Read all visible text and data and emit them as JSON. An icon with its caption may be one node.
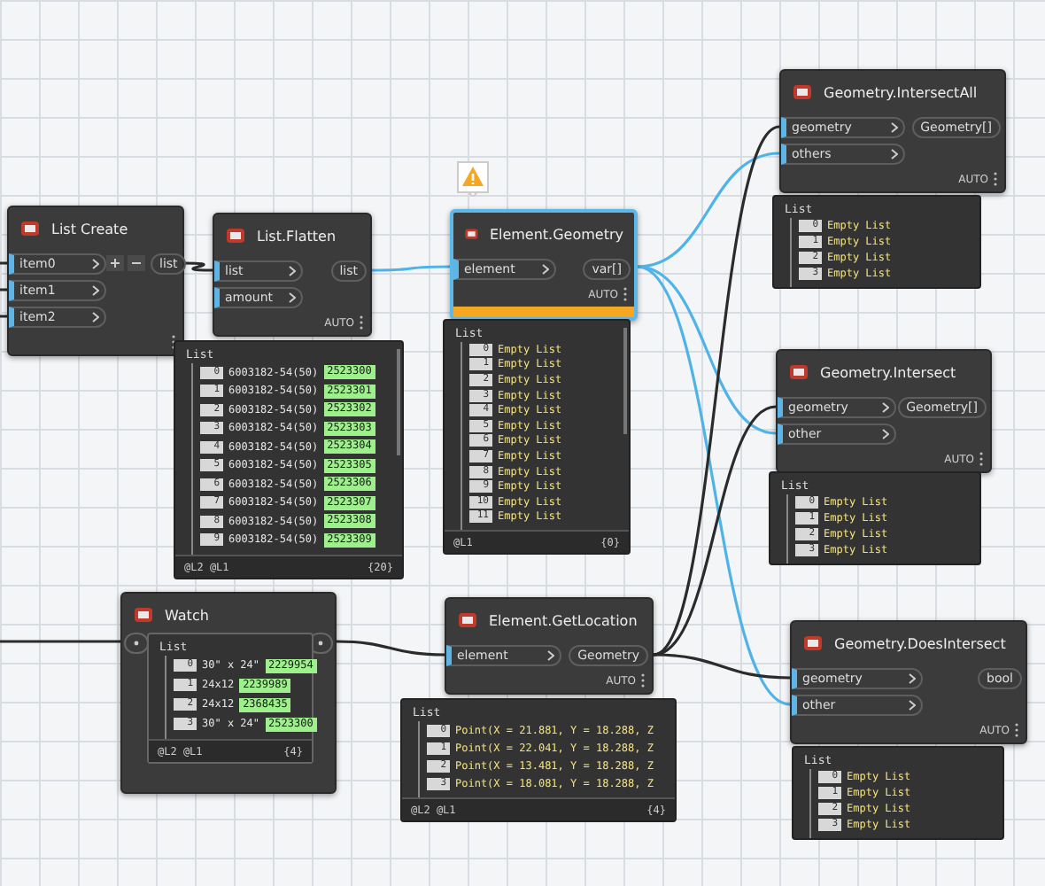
{
  "diagram": {
    "nodes": [
      {
        "text": [
          "List Create",
          "item0",
          "item1",
          "item2",
          "list"
        ]
      },
      {
        "text": [
          "List.Flatten",
          "list",
          "amount",
          "list",
          "AUTO"
        ]
      },
      {
        "text": [
          "Element.Geometry",
          "element",
          "var[]",
          "AUTO"
        ]
      },
      {
        "text": [
          "Geometry.IntersectAll",
          "geometry",
          "others",
          "Geometry[]",
          "AUTO"
        ]
      },
      {
        "text": [
          "List",
          "0",
          "Empty List",
          "1",
          "Empty List",
          "2",
          "Empty List",
          "3",
          "Empty List"
        ]
      },
      {
        "text": [
          "List",
          "0",
          "6003182-54(50)",
          "2523300",
          "1",
          "6003182-54(50)",
          "2523301",
          "2",
          "6003182-54(50)",
          "2523302",
          "3",
          "6003182-54(50)",
          "2523303",
          "4",
          "6003182-54(50)",
          "2523304",
          "5",
          "6003182-54(50)",
          "2523305",
          "6",
          "6003182-54(50)",
          "2523306",
          "7",
          "6003182-54(50)",
          "2523307",
          "8",
          "6003182-54(50)",
          "2523308",
          "9",
          "6003182-54(50)",
          "2523309",
          "@L2 @L1",
          "{20}"
        ]
      },
      {
        "text": [
          "List",
          "0",
          "Empty List",
          "1",
          "Empty List",
          "2",
          "Empty List",
          "3",
          "Empty List",
          "4",
          "Empty List",
          "5",
          "Empty List",
          "6",
          "Empty List",
          "7",
          "Empty List",
          "8",
          "Empty List",
          "9",
          "Empty List",
          "10",
          "Empty List",
          "11",
          "Empty List",
          "@L1",
          "{0}"
        ]
      },
      {
        "text": [
          "Geometry.Intersect",
          "geometry",
          "other",
          "Geometry[]",
          "AUTO"
        ]
      },
      {
        "text": [
          "List",
          "0",
          "Empty List",
          "1",
          "Empty List",
          "2",
          "Empty List",
          "3",
          "Empty List"
        ]
      },
      {
        "text": [
          "Watch"
        ]
      },
      {
        "text": [
          "List",
          "0",
          "30\" x 24\"",
          "2229954",
          "1",
          "24x12",
          "2239989",
          "2",
          "24x12",
          "2368435",
          "3",
          "30\" x 24\"",
          "2523300",
          "@L2 @L1",
          "{4}"
        ],
        "in": 9
      },
      {
        "text": [
          "Element.GetLocation",
          "element",
          "Geometry",
          "AUTO"
        ]
      },
      {
        "text": [
          "Geometry.DoesIntersect",
          "geometry",
          "other",
          "bool",
          "AUTO"
        ]
      },
      {
        "text": [
          "List",
          "0",
          "Point(X = 21.881, Y = 18.288, Z",
          "1",
          "Point(X = 22.041, Y = 18.288, Z",
          "2",
          "Point(X = 13.481, Y = 18.288, Z",
          "3",
          "Point(X = 18.081, Y = 18.288, Z",
          "@L2 @L1",
          "{4}"
        ]
      },
      {
        "text": [
          "List",
          "0",
          "Empty List",
          "1",
          "Empty List",
          "2",
          "Empty List",
          "3",
          "Empty List"
        ]
      }
    ],
    "edges": [
      {
        "from": null,
        "to": 0,
        "arrow": "none"
      },
      {
        "from": null,
        "to": 0,
        "arrow": "none"
      },
      {
        "from": null,
        "to": 0,
        "arrow": "none"
      },
      {
        "from": 0,
        "to": 1,
        "arrow": "none"
      },
      {
        "from": 1,
        "to": 2,
        "arrow": "none",
        "color": "#4fb3e8"
      },
      {
        "from": 2,
        "to": 3,
        "arrow": "none",
        "color": "#4fb3e8"
      },
      {
        "from": 2,
        "to": 7,
        "arrow": "none",
        "color": "#4fb3e8"
      },
      {
        "from": 2,
        "to": 12,
        "arrow": "none",
        "color": "#4fb3e8"
      },
      {
        "from": null,
        "to": 9,
        "arrow": "none"
      },
      {
        "from": 9,
        "to": 11,
        "arrow": "none"
      },
      {
        "from": 11,
        "to": 3,
        "arrow": "none"
      },
      {
        "from": 11,
        "to": 7,
        "arrow": "none"
      },
      {
        "from": 11,
        "to": 12,
        "arrow": "none"
      }
    ]
  }
}
